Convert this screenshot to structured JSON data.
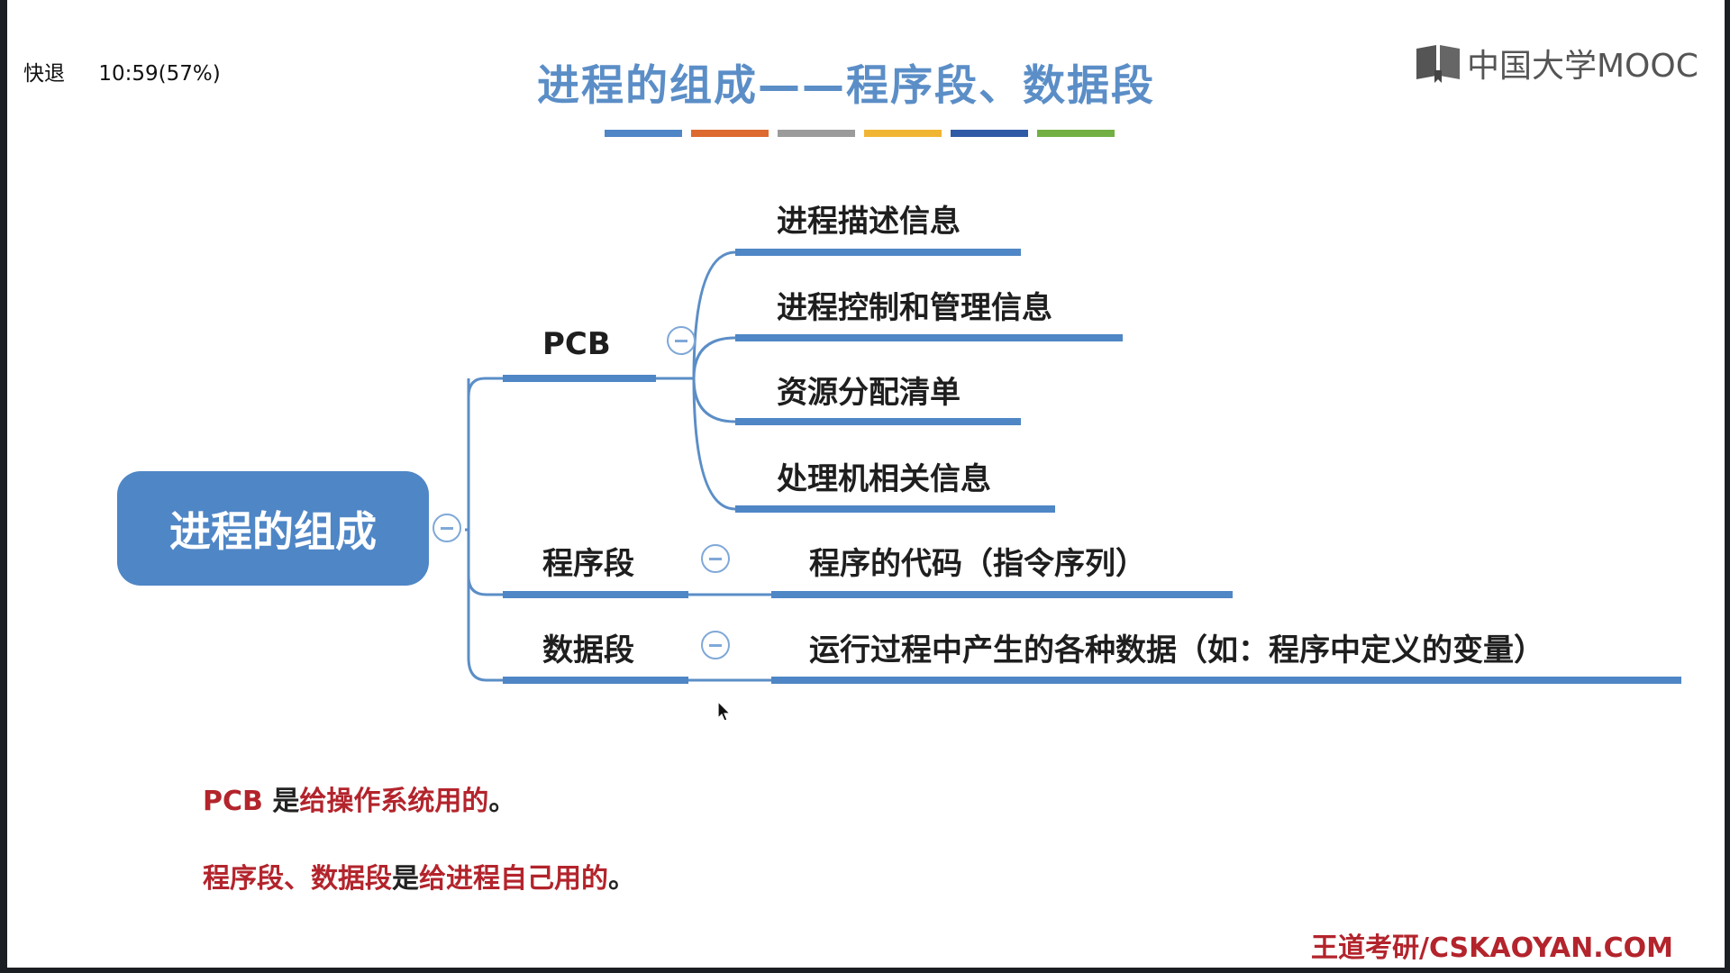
{
  "player": {
    "mode_label": "快退",
    "time_label": "10:59(57%)"
  },
  "slide": {
    "title": "进程的组成——程序段、数据段",
    "title_bar_colors": [
      "#4f86c6",
      "#dd6a2f",
      "#9b9b9b",
      "#f1b534",
      "#2f5aa6",
      "#72b043"
    ],
    "logo_text": "中国大学MOOC",
    "watermark": "王道考研/CSKAOYAN.COM"
  },
  "mindmap": {
    "root": "进程的组成",
    "branches": [
      {
        "label": "PCB",
        "children": [
          "进程描述信息",
          "进程控制和管理信息",
          "资源分配清单",
          "处理机相关信息"
        ]
      },
      {
        "label": "程序段",
        "children": [
          "程序的代码（指令序列）"
        ]
      },
      {
        "label": "数据段",
        "children": [
          "运行过程中产生的各种数据（如：程序中定义的变量）"
        ]
      }
    ],
    "line_color": "#5b8ec7"
  },
  "notes": {
    "note1": {
      "part1": "PCB",
      "part2": " 是",
      "part3": "给操作系统用的",
      "part4": "。"
    },
    "note2": {
      "part1": "程序段、数据段",
      "part2": "是",
      "part3": "给进程自己用的",
      "part4": "。"
    }
  }
}
